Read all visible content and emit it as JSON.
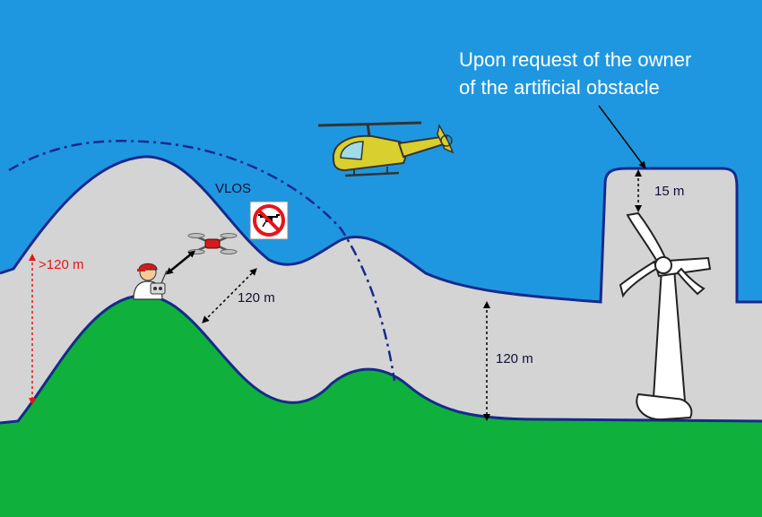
{
  "annotation": {
    "line1": "Upon request of the owner",
    "line2": "of the artificial obstacle"
  },
  "labels": {
    "vlos": "VLOS",
    "over_120": ">120 m",
    "slope_120": "120 m",
    "valley_120": "120 m",
    "obstacle_15": "15 m"
  },
  "icons": {
    "no_drone_sign": "no-drone-sign-icon",
    "helicopter": "helicopter-icon",
    "drone": "drone-icon",
    "pilot": "pilot-icon",
    "wind_turbine": "wind-turbine-icon"
  },
  "colors": {
    "sky": "#1f97e0",
    "airspace": "#d4d4d4",
    "terrain": "#0fb03c",
    "outline": "#162a8c",
    "measure_red": "#e8141b",
    "helicopter": "#d9cf2e"
  }
}
